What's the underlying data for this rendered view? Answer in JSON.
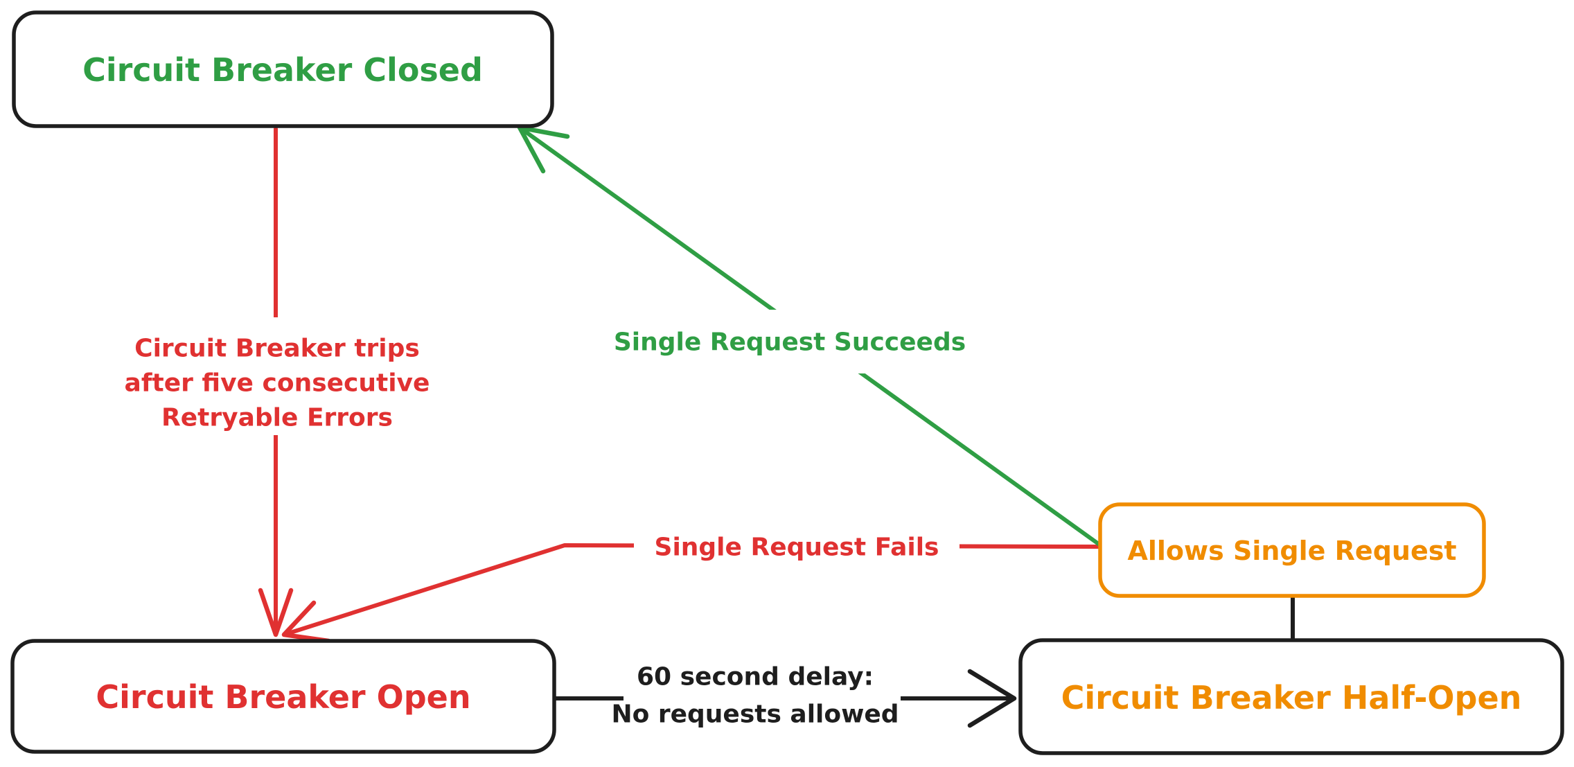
{
  "canvas": {
    "background": "#ffffff"
  },
  "colors": {
    "green": "#2f9e44",
    "red": "#e03131",
    "orange": "#f08c00",
    "black": "#1e1e1e"
  },
  "nodes": {
    "closed": {
      "label": "Circuit Breaker Closed",
      "text_color": "#2f9e44",
      "border_color": "#1e1e1e"
    },
    "open": {
      "label": "Circuit Breaker Open",
      "text_color": "#e03131",
      "border_color": "#1e1e1e"
    },
    "half_open": {
      "label": "Circuit Breaker Half-Open",
      "text_color": "#f08c00",
      "border_color": "#1e1e1e"
    },
    "allows": {
      "label": "Allows Single Request",
      "text_color": "#f08c00",
      "border_color": "#f08c00"
    }
  },
  "edges": {
    "trip": {
      "from": "closed",
      "to": "open",
      "color": "#e03131",
      "lines": [
        "Circuit Breaker trips",
        "after five consecutive",
        "Retryable Errors"
      ]
    },
    "succeeds": {
      "from": "allows",
      "to": "closed",
      "color": "#2f9e44",
      "label": "Single Request Succeeds"
    },
    "fails": {
      "from": "allows",
      "to": "open",
      "color": "#e03131",
      "label": "Single Request Fails"
    },
    "delay": {
      "from": "open",
      "to": "half_open",
      "color": "#1e1e1e",
      "lines": [
        "60 second delay:",
        "No requests allowed"
      ]
    },
    "half_open_allows_link": {
      "from": "half_open",
      "to": "allows",
      "color": "#1e1e1e",
      "label": ""
    }
  }
}
